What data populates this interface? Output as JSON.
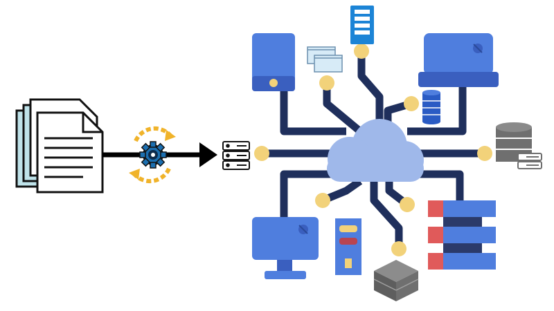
{
  "diagram": {
    "kind": "cloud-network-illustration",
    "text_labels": [],
    "colors": {
      "background": "#ffffff",
      "connector": "#1f2f5c",
      "node_dot": "#f2d27a",
      "cloud": "#9fb8ea",
      "device_blue": "#4f7ede",
      "device_blue_dark": "#3a5fbf",
      "document_fill": "#bfe3ea",
      "arrow": "#000000",
      "gear": "#1c6fb0",
      "sync_arrows": "#f0b32a",
      "server_gray": "#6b6b6b",
      "db_gray": "#6f6f6f",
      "rack_red": "#e05a5a",
      "rack_blue": "#4f7ede"
    },
    "elements": {
      "documents": {
        "icon": "document-stack-icon"
      },
      "processing": {
        "icon": "gear-sync-icon"
      },
      "flow_arrow": {
        "icon": "right-arrow-icon"
      },
      "entry_server": {
        "icon": "server-rack-outline-icon"
      },
      "hub": {
        "icon": "cloud-icon"
      },
      "nodes": [
        {
          "id": "tablet",
          "icon": "tablet-device-icon"
        },
        {
          "id": "files",
          "icon": "stacked-windows-icon"
        },
        {
          "id": "tower-server",
          "icon": "tower-server-icon"
        },
        {
          "id": "laptop",
          "icon": "laptop-icon"
        },
        {
          "id": "db-small",
          "icon": "database-cylinder-icon"
        },
        {
          "id": "db-gray",
          "icon": "database-server-icon"
        },
        {
          "id": "monitor",
          "icon": "desktop-monitor-icon"
        },
        {
          "id": "pc-tower",
          "icon": "pc-tower-icon"
        },
        {
          "id": "cube-server",
          "icon": "server-cube-icon"
        },
        {
          "id": "rack",
          "icon": "server-rack-stack-icon"
        }
      ]
    }
  }
}
